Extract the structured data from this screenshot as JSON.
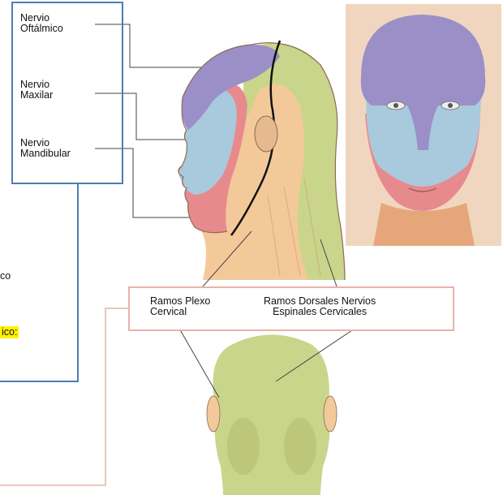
{
  "labels": {
    "nervio_oftalmico": [
      "Nervio",
      "Oftálmico"
    ],
    "nervio_maxilar": [
      "Nervio",
      "Maxilar"
    ],
    "nervio_mandibular": [
      "Nervio",
      "Mandibular"
    ],
    "ramos_plexo_cervical": [
      "Ramos Plexo",
      "Cervical"
    ],
    "ramos_dorsales": [
      "Ramos Dorsales Nervios",
      "Espinales Cervicales"
    ]
  },
  "cut_text": {
    "line1": "co",
    "line2": "ico:"
  },
  "colors": {
    "trigeminal_box": "#4a7fb5",
    "cervical_box": "#e7b3a9",
    "ophthalmic": "#9b8fc8",
    "maxillary": "#a9c9dc",
    "mandibular": "#e78a8e",
    "cervical_plexus": "#f3c99a",
    "dorsal_rami": "#c9d58a",
    "highlight": "#fff200"
  }
}
